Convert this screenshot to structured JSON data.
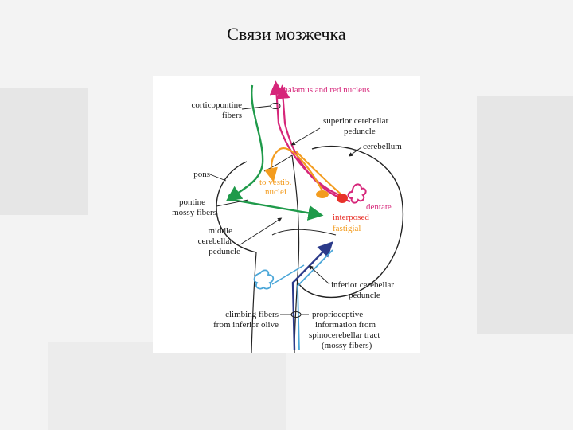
{
  "slide": {
    "title": "Связи мозжечка"
  },
  "colors": {
    "magenta": "#d6267a",
    "orange": "#f39c1f",
    "green": "#1f9a4a",
    "red": "#e8322a",
    "navy": "#2b3a8a",
    "lightblue": "#4aa6d8",
    "outline": "#222222"
  },
  "diagram": {
    "labels": {
      "to_thalamus": "to thalamus and red nucleus",
      "corticopontine_1": "corticopontine",
      "corticopontine_2": "fibers",
      "superior_peduncle_1": "superior cerebellar",
      "superior_peduncle_2": "peduncle",
      "cerebellum": "cerebellum",
      "pons": "pons",
      "to_vestib_1": "to vestib.",
      "to_vestib_2": "nuclei",
      "pontine_mossy_1": "pontine",
      "pontine_mossy_2": "mossy fibers",
      "dentate": "dentate",
      "interposed": "interposed",
      "fastigial": "fastigial",
      "middle_peduncle_1": "middle",
      "middle_peduncle_2": "cerebellar",
      "middle_peduncle_3": "peduncle",
      "inferior_peduncle_1": "inferior cerebellar",
      "inferior_peduncle_2": "peduncle",
      "climbing_1": "climbing fibers",
      "climbing_2": "from inferior olive",
      "proprio_1": "proprioceptive",
      "proprio_2": "information from",
      "proprio_3": "spinocerebellar tract",
      "proprio_4": "(mossy fibers)"
    }
  }
}
